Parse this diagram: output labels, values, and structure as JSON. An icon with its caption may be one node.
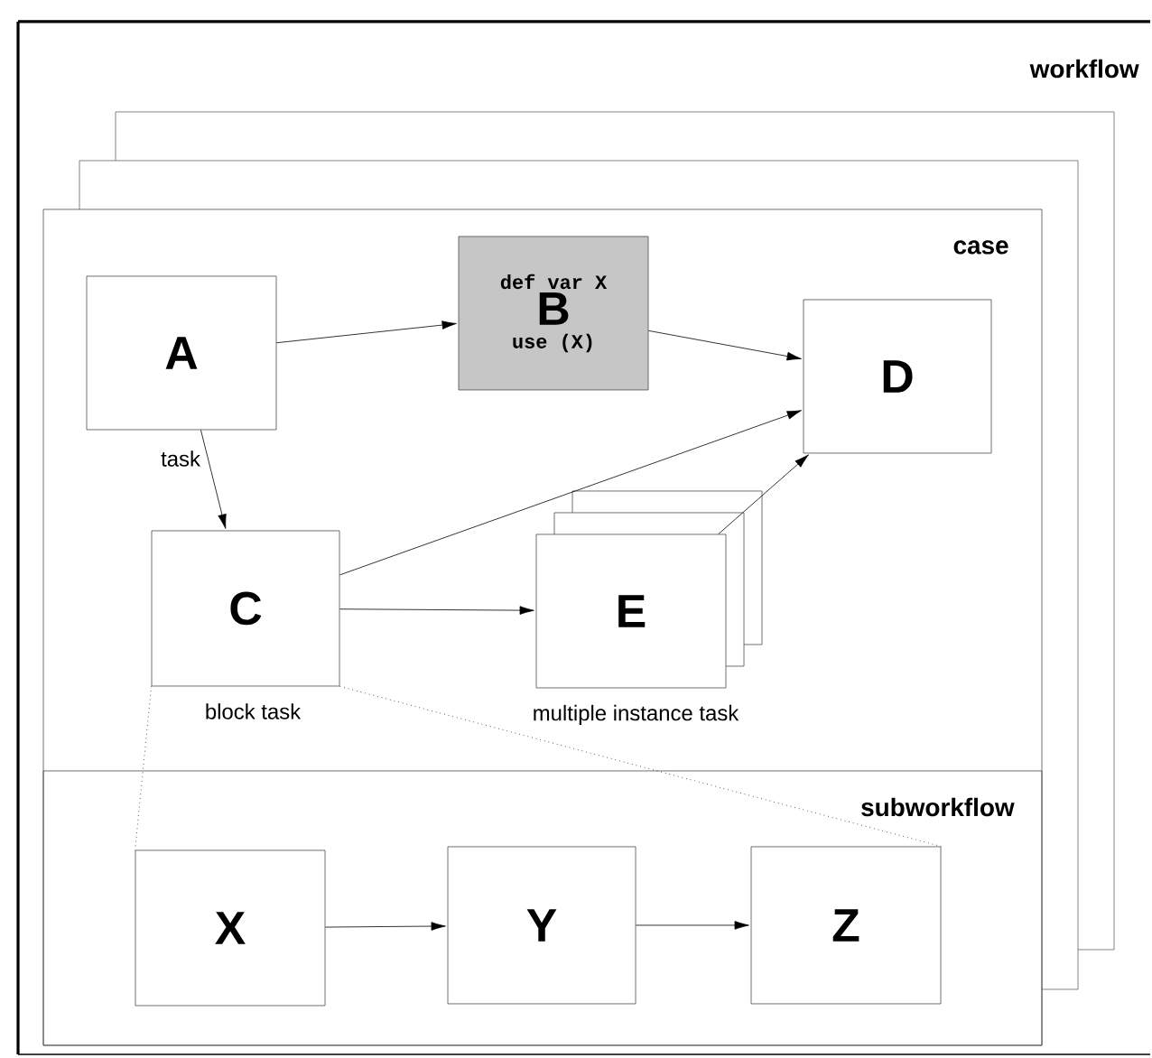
{
  "diagram": {
    "nodes": [
      {
        "text": [
          "workflow"
        ]
      },
      {
        "text": [
          "case"
        ],
        "in": 0
      },
      {
        "text": [
          "A"
        ],
        "beside": [
          "task"
        ],
        "in": 1
      },
      {
        "text": [
          "def var X",
          "B",
          "use (X)"
        ],
        "in": 1
      },
      {
        "text": [
          "D"
        ],
        "in": 1
      },
      {
        "text": [
          "C"
        ],
        "beside": [
          "block task"
        ],
        "in": 1
      },
      {
        "text": [
          "E"
        ],
        "beside": [
          "multiple instance task"
        ],
        "in": 1
      },
      {
        "text": [
          "subworkflow"
        ],
        "in": 1
      },
      {
        "text": [
          "X"
        ],
        "in": 7
      },
      {
        "text": [
          "Y"
        ],
        "in": 7
      },
      {
        "text": [
          "Z"
        ],
        "in": 7
      }
    ],
    "edges": [
      {
        "from": 2,
        "to": 3,
        "arrow": "to"
      },
      {
        "from": 3,
        "to": 4,
        "arrow": "to"
      },
      {
        "from": 2,
        "to": 5,
        "arrow": "to"
      },
      {
        "from": 5,
        "to": 4,
        "arrow": "to"
      },
      {
        "from": 5,
        "to": 6,
        "arrow": "to"
      },
      {
        "from": 6,
        "to": 4,
        "arrow": "to"
      },
      {
        "from": 5,
        "to": 8,
        "arrow": "none",
        "style": "dashed"
      },
      {
        "from": 5,
        "to": 10,
        "arrow": "none",
        "style": "dashed"
      },
      {
        "from": 8,
        "to": 9,
        "arrow": "to"
      },
      {
        "from": 9,
        "to": 10,
        "arrow": "to"
      }
    ]
  }
}
